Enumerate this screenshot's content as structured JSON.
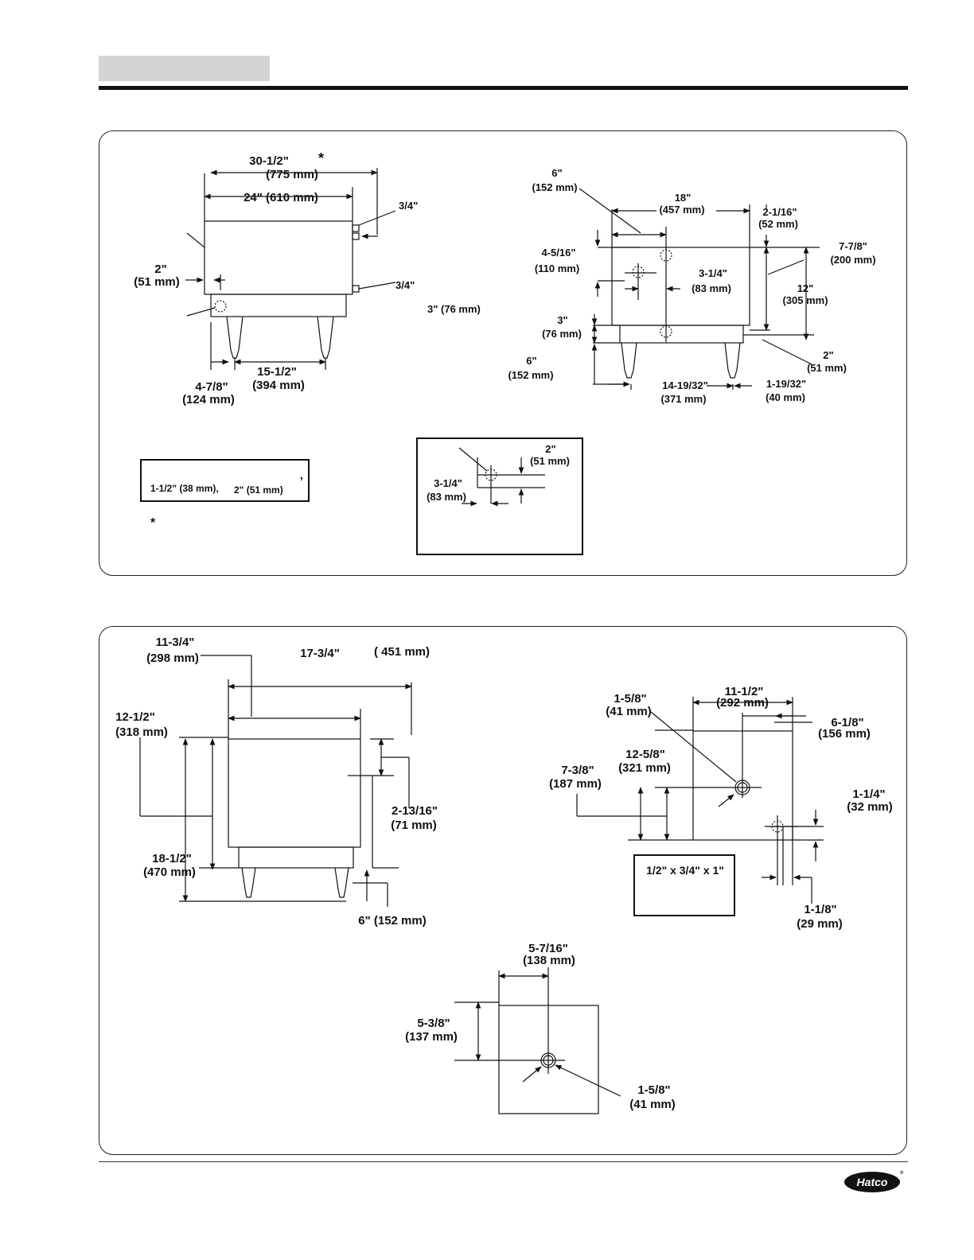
{
  "logo": {
    "text": "Hatco",
    "mark": "®"
  },
  "panel1": {
    "side_view": {
      "overall_width": "30-1/2\"",
      "overall_width_mm": "(775 mm)",
      "overall_width_mark": "*",
      "body_width": "24\" (610 mm)",
      "fitting_top": "3/4\"",
      "fitting_bottom": "3/4\"",
      "left_offset": "2\"",
      "left_offset_mm": "(51 mm)",
      "leg_spacing": "15-1/2\"",
      "leg_spacing_mm": "(394 mm)",
      "leg_offset": "4-7/8\"",
      "leg_offset_mm": "(124 mm)"
    },
    "floating_note": "3\" (76 mm)",
    "front_view": {
      "top_offset": "6\"",
      "top_offset_mm": "(152 mm)",
      "width": "18\"",
      "width_mm": "(457 mm)",
      "right_offset": "2-1/16\"",
      "right_offset_mm": "(52 mm)",
      "upper_height": "4-5/16\"",
      "upper_height_mm": "(110 mm)",
      "inlet_spacing": "3-1/4\"",
      "inlet_spacing_mm": "(83 mm)",
      "right_upper": "7-7/8\"",
      "right_upper_mm": "(200 mm)",
      "body_height": "12\"",
      "body_height_mm": "(305 mm)",
      "base_height": "3\"",
      "base_height_mm": "(76 mm)",
      "leg_height": "6\"",
      "leg_height_mm": "(152 mm)",
      "base_right": "2\"",
      "base_right_mm": "(51 mm)",
      "leg_spacing": "14-19/32\"",
      "leg_spacing_mm": "(371 mm)",
      "leg_offset": "1-19/32\"",
      "leg_offset_mm": "(40 mm)"
    },
    "note_box": {
      "size1": "1-1/2\" (38 mm),",
      "size2": "2\" (51 mm)",
      "comma": ","
    },
    "asterisk": "*",
    "detail_box": {
      "offset1": "2\"",
      "offset1_mm": "(51 mm)",
      "offset2": "3-1/4\"",
      "offset2_mm": "(83 mm)"
    }
  },
  "panel2": {
    "front_view": {
      "offset": "11-3/4\"",
      "offset_mm": "(298 mm)",
      "width": "17-3/4\"",
      "width_mm": "( 451 mm)",
      "upper": "12-1/2\"",
      "upper_mm": "(318 mm)",
      "side": "2-13/16\"",
      "side_mm": "(71 mm)",
      "total_height": "18-1/2\"",
      "total_height_mm": "(470 mm)",
      "leg_height": "6\" (152 mm)"
    },
    "top_view": {
      "hole_dia": "1-5/8\"",
      "hole_dia_mm": "(41 mm)",
      "width": "11-1/2\"",
      "width_mm": "(292 mm)",
      "right": "6-1/8\"",
      "right_mm": "(156 mm)",
      "hole_height": "12-5/8\"",
      "hole_height_mm": "(321 mm)",
      "left": "7-3/8\"",
      "left_mm": "(187 mm)",
      "small_offset": "1-1/4\"",
      "small_offset_mm": "(32 mm)",
      "small_right": "1-1/8\"",
      "small_right_mm": "(29 mm)"
    },
    "fitting_box": {
      "size": "1/2\" x 3/4\" x 1\""
    },
    "detail": {
      "width": "5-7/16\"",
      "width_mm": "(138 mm)",
      "height": "5-3/8\"",
      "height_mm": "(137 mm)",
      "hole": "1-5/8\"",
      "hole_mm": "(41 mm)"
    }
  }
}
